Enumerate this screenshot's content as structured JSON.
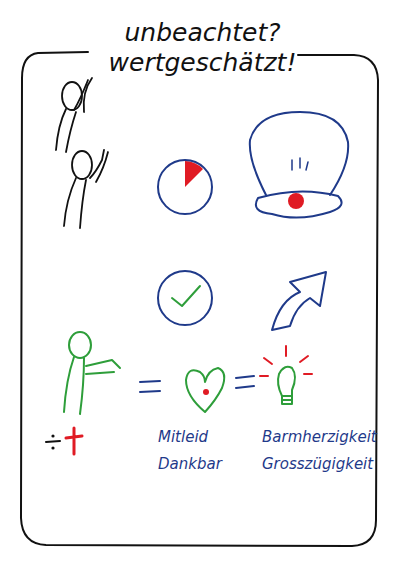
{
  "diagram": {
    "title": "unbeachtet? wertgeschätzt!",
    "labels": [
      "Mitleid",
      "Dankbar",
      "Barmherzigkeit",
      "Grosszügigkeit"
    ]
  }
}
